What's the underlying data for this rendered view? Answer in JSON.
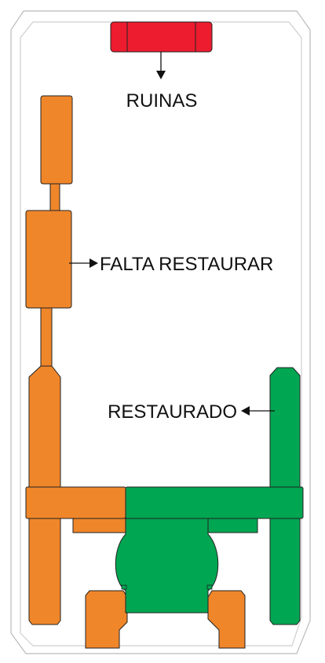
{
  "labels": {
    "ruins": "RUINAS",
    "pending": "FALTA RESTAURAR",
    "restored": "RESTAURADO"
  },
  "colors": {
    "ruins": "#ed1c2e",
    "pending": "#f0862a",
    "restored": "#00a651",
    "outline": "#222222",
    "frame": "#bbbbbb"
  }
}
